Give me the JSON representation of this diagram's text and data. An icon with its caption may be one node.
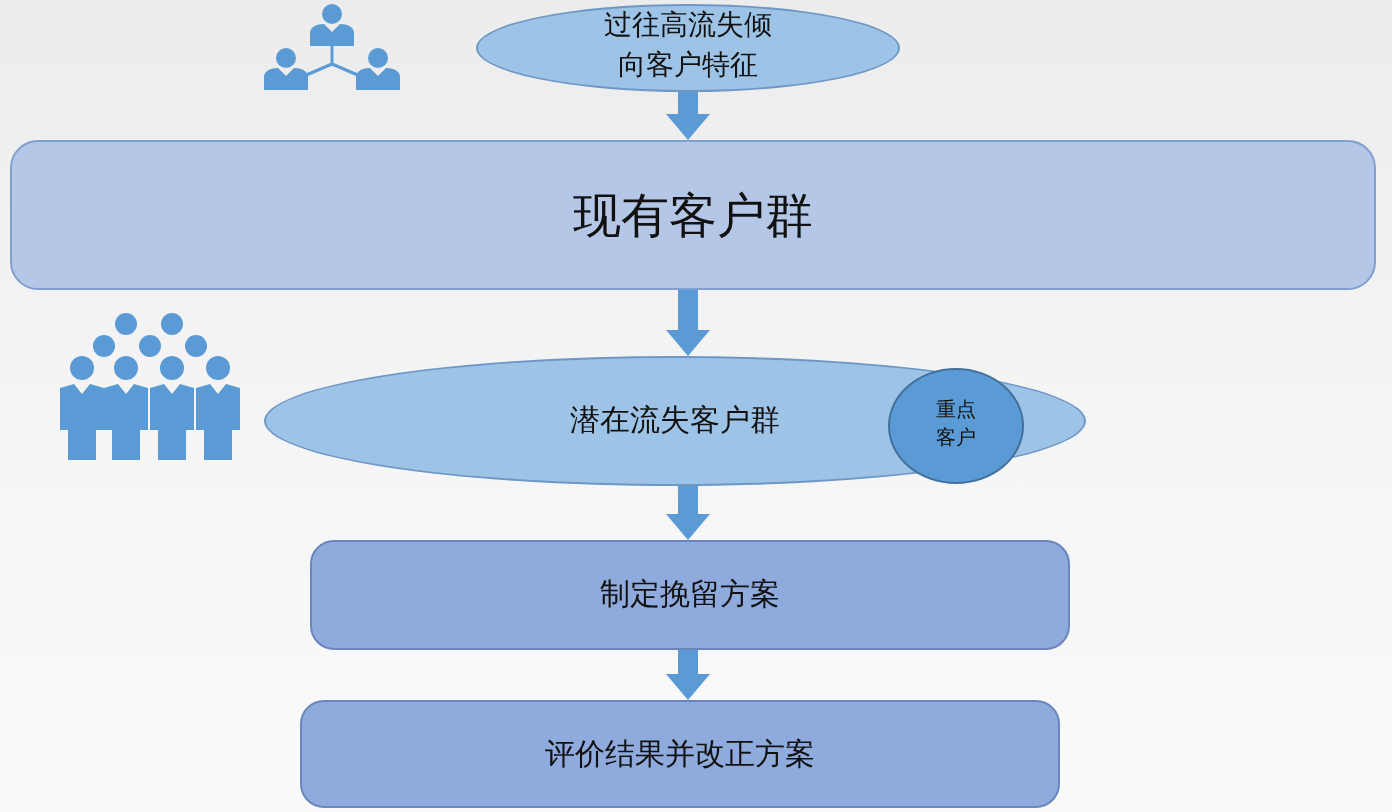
{
  "diagram": {
    "nodes": [
      {
        "text": [
          "过往高流失倾向客户特征"
        ]
      },
      {
        "text": [
          "现有客户群"
        ]
      },
      {
        "text": [
          "潜在流失客户群"
        ]
      },
      {
        "text": [
          "重点客户"
        ],
        "in": 2
      },
      {
        "text": [
          "制定挽留方案"
        ]
      },
      {
        "text": [
          "评价结果并改正方案"
        ]
      }
    ],
    "edges": [
      {
        "from": 0,
        "to": 1,
        "arrow": "to"
      },
      {
        "from": 1,
        "to": 2,
        "arrow": "to"
      },
      {
        "from": 2,
        "to": 4,
        "arrow": "to"
      },
      {
        "from": 4,
        "to": 5,
        "arrow": "to"
      }
    ]
  }
}
